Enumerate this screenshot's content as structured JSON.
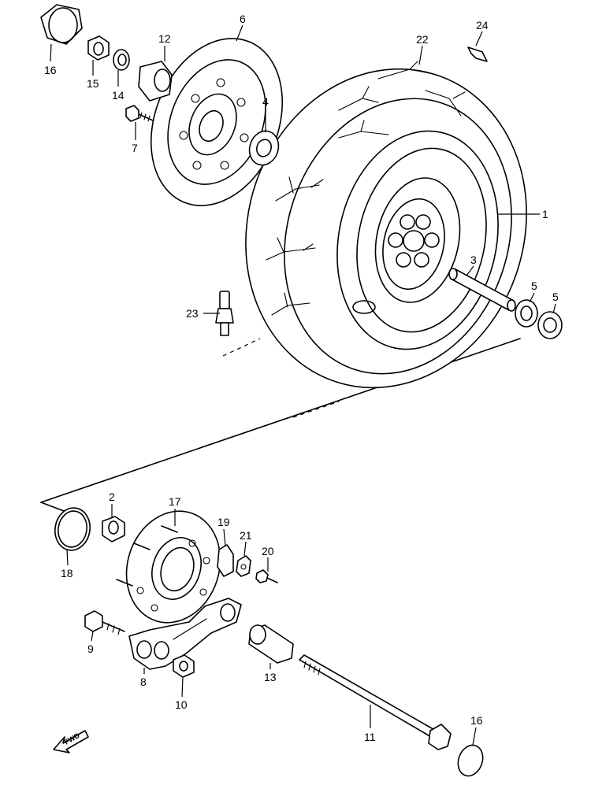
{
  "callouts": {
    "p1": "1",
    "p2": "2",
    "p3": "3",
    "p4": "4",
    "p5a": "5",
    "p5b": "5",
    "p6": "6",
    "p7": "7",
    "p8": "8",
    "p9": "9",
    "p10": "10",
    "p11": "11",
    "p12": "12",
    "p13": "13",
    "p14": "14",
    "p15": "15",
    "p16a": "16",
    "p16b": "16",
    "p17": "17",
    "p18": "18",
    "p19": "19",
    "p20": "20",
    "p21": "21",
    "p22": "22",
    "p23": "23",
    "p24": "24"
  },
  "direction_arrow": {
    "label": "FWD",
    "icon": "fwd-arrow-icon"
  }
}
